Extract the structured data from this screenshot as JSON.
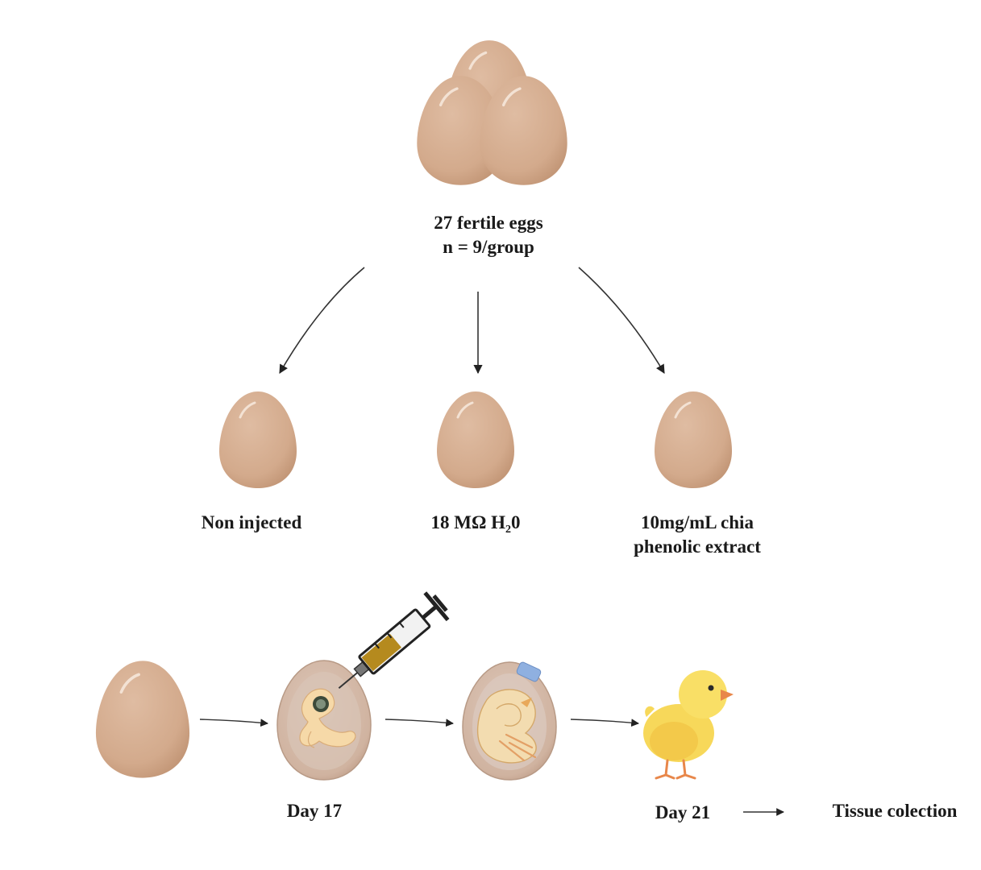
{
  "top": {
    "line1": "27 fertile eggs",
    "line2": "n = 9/group"
  },
  "groups": {
    "non_injected": "Non injected",
    "water_prefix": "18 MΩ H",
    "water_sub": "2",
    "water_suffix": "0",
    "chia_line1": "10mg/mL chia",
    "chia_line2": "phenolic extract"
  },
  "timeline": {
    "day17": "Day 17",
    "day21": "Day 21",
    "tissue": "Tissue colection"
  },
  "colors": {
    "egg_fill": "#d6af92",
    "egg_shade": "#c29676",
    "translucent_egg": "#d8bcaa",
    "embryo": "#f6d9a8",
    "chick": "#f7d85a",
    "beak_legs": "#e8874a",
    "syringe_liquid": "#b58a1e",
    "arrow": "#222222"
  },
  "icons": [
    "egg-cluster-icon",
    "egg-icon",
    "syringe-icon",
    "embryo-egg-icon",
    "late-embryo-egg-icon",
    "chick-icon"
  ]
}
